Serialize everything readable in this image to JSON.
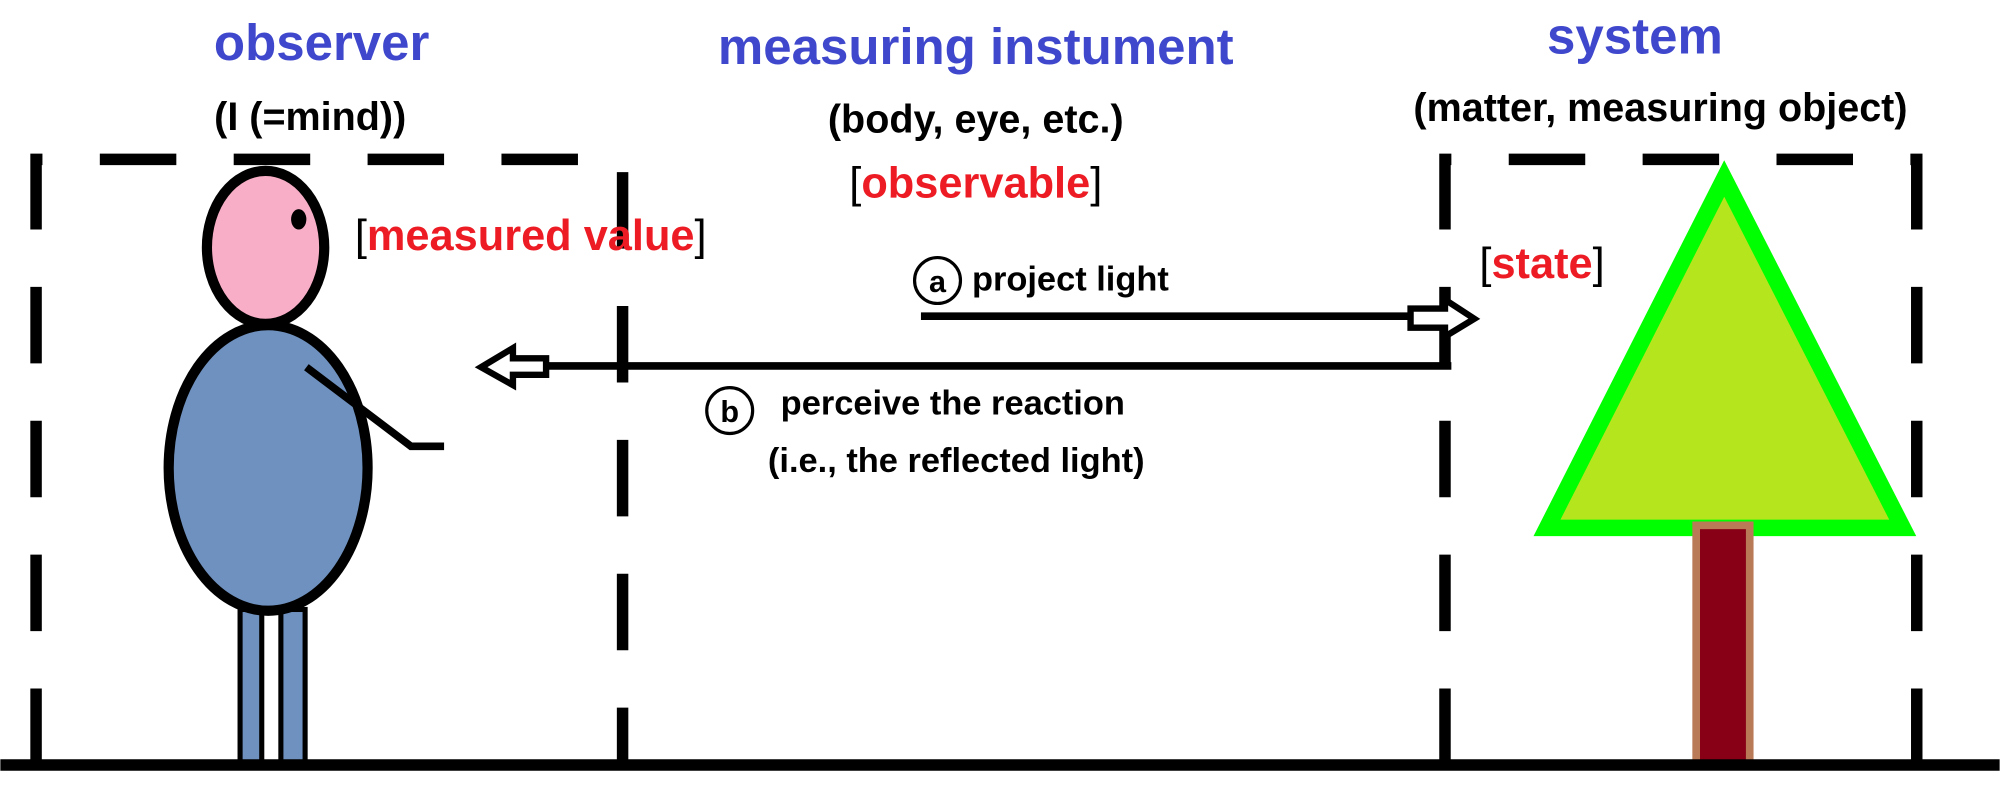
{
  "observer": {
    "title": "observer",
    "subtitle": "(I (=mind))",
    "tag": "measured value"
  },
  "instrument": {
    "title": "measuring instument",
    "subtitle": "(body, eye, etc.)",
    "tag": "observable"
  },
  "system": {
    "title": "system",
    "subtitle": "(matter, measuring object)",
    "tag": "state"
  },
  "arrows": {
    "a": {
      "marker": "a",
      "label": "project light"
    },
    "b": {
      "marker": "b",
      "label": "perceive the reaction",
      "label2": "(i.e., the reflected light)"
    }
  },
  "brackets": {
    "open": "[",
    "close": "]"
  },
  "colors": {
    "title": "#3f48cc",
    "tag": "#ed1c24",
    "head": "#f9aec8",
    "body": "#6f91bf",
    "tree_outline": "#00ff00",
    "tree_fill": "#b5e61d",
    "trunk": "#880015",
    "trunk_border": "#b97a57"
  }
}
